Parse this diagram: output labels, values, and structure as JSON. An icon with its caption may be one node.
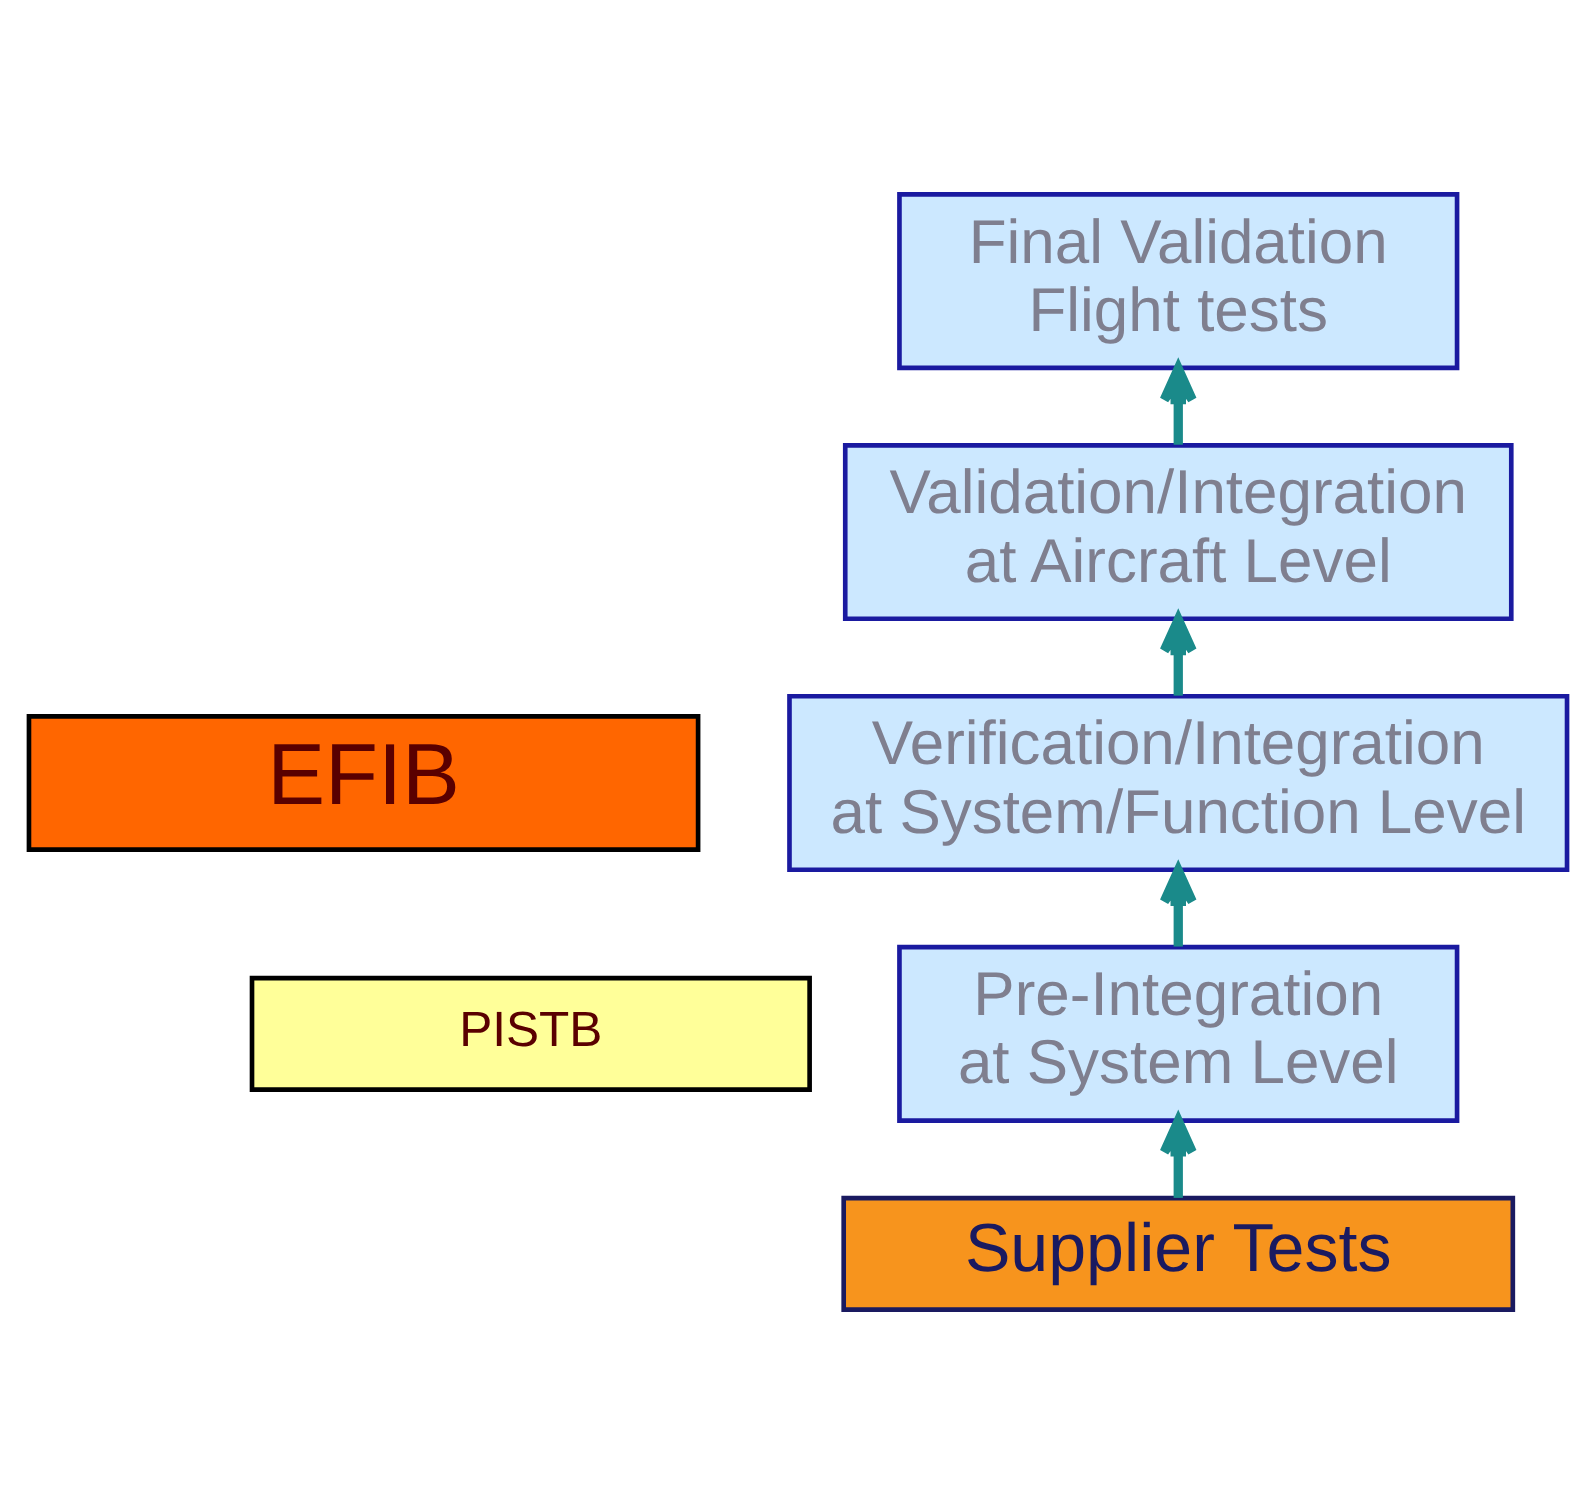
{
  "diagram": {
    "nodes": [
      {
        "text": [
          "Final Validation Flight tests"
        ]
      },
      {
        "text": [
          "Validation/Integration at Aircraft Level"
        ]
      },
      {
        "text": [
          "EFIB"
        ]
      },
      {
        "text": [
          "Verification/Integration at System/Function Level"
        ]
      },
      {
        "text": [
          "PISTB"
        ]
      },
      {
        "text": [
          "Pre-Integration at System Level"
        ]
      },
      {
        "text": [
          "Supplier Tests"
        ]
      }
    ],
    "edges": [
      {
        "from": 6,
        "to": 5,
        "arrow": "to"
      },
      {
        "from": 5,
        "to": 3,
        "arrow": "to"
      },
      {
        "from": 3,
        "to": 1,
        "arrow": "to"
      },
      {
        "from": 1,
        "to": 0,
        "arrow": "to"
      }
    ]
  }
}
